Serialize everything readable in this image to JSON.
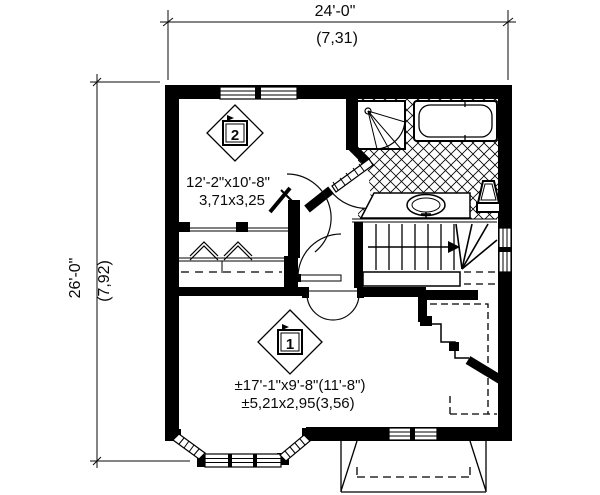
{
  "plan": {
    "overall_dimensions": {
      "width_imperial": "24'-0\"",
      "width_metric": "(7,31)",
      "height_imperial": "26'-0\"",
      "height_metric": "(7,92)"
    },
    "rooms": [
      {
        "marker": "1",
        "size_imperial": "±17'-1\"x9'-8\"(11'-8\")",
        "size_metric": "±5,21x2,95(3,56)"
      },
      {
        "marker": "2",
        "size_imperial": "12'-2\"x10'-8\"",
        "size_metric": "3,71x3,25"
      }
    ],
    "fixtures": {
      "bathroom": [
        "corner-shower",
        "bathtub",
        "toilet",
        "vanity-sink",
        "tiled-floor"
      ],
      "circulation": [
        "stairs-with-winders",
        "stairs-direction-arrow",
        "railing"
      ],
      "storage": [
        "closet-with-bifold-doors"
      ],
      "doors": [
        "bathroom-door",
        "bedroom-door",
        "closet-door",
        "double-doors"
      ],
      "windows": [
        "top-double-window",
        "right-window",
        "bottom-double-window",
        "bay-window"
      ],
      "exterior": [
        "porch-roof-below"
      ]
    },
    "colors": {
      "walls": "#000000",
      "lines": "#0a0a0a",
      "background": "#ffffff"
    }
  }
}
